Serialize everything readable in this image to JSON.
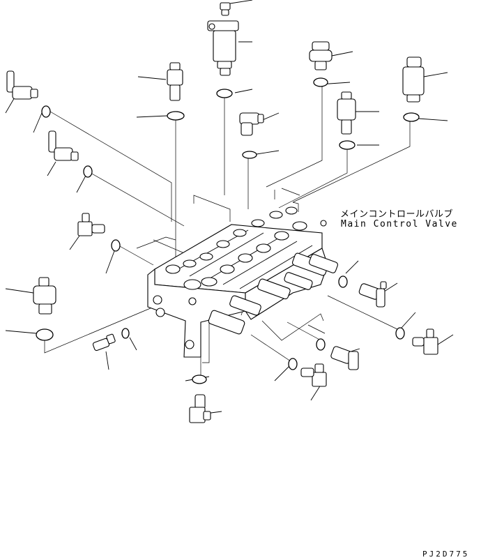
{
  "diagram": {
    "label_jp": "メインコントロールバルブ",
    "label_en": "Main Control Valve",
    "drawing_code": "PJ2D775",
    "line_color": "#000000",
    "background": "#ffffff"
  }
}
